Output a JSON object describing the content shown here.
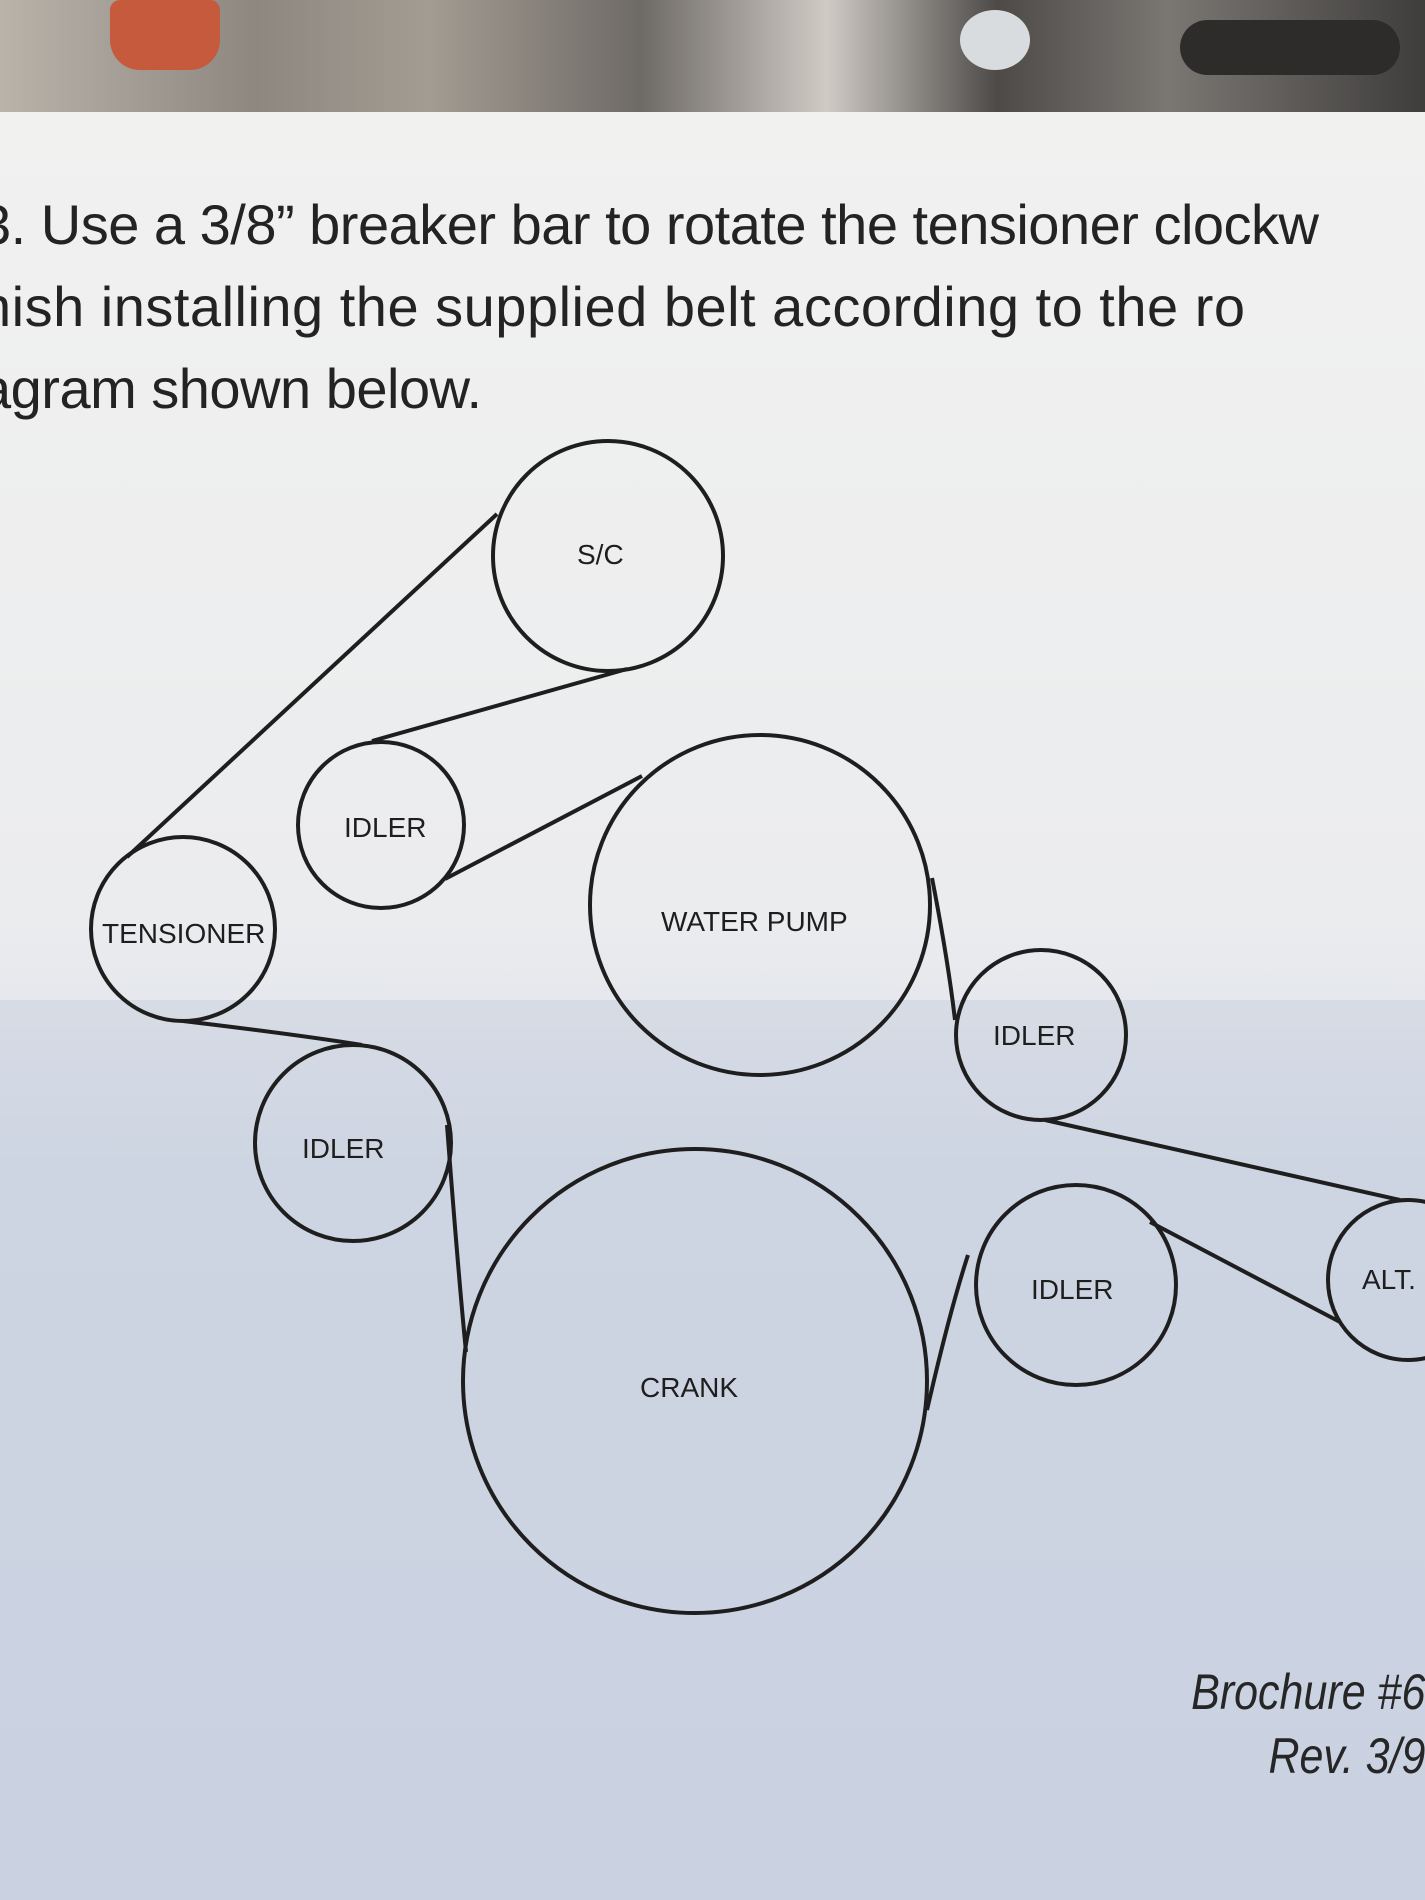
{
  "instructions": {
    "line1": "3. Use a 3/8” breaker bar to rotate the tensioner clockw",
    "line2": "nish installing the supplied belt according to the ro",
    "line3": "agram shown below."
  },
  "pulleys": {
    "sc": "S/C",
    "idler_top": "IDLER",
    "tensioner": "TENSIONER",
    "water_pump": "WATER PUMP",
    "idler_right": "IDLER",
    "idler_left": "IDLER",
    "crank": "CRANK",
    "idler_bottom": "IDLER",
    "alt": "ALT."
  },
  "footer": {
    "brochure": "Brochure #6",
    "rev": "Rev. 3/9"
  },
  "colors": {
    "ink": "#1e1e1e",
    "paper": "#ebecee"
  }
}
